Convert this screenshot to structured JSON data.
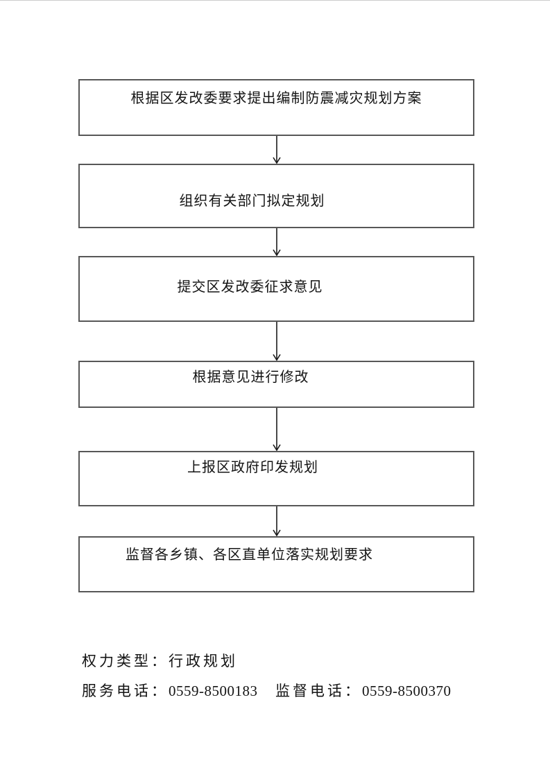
{
  "flowchart": {
    "steps": [
      {
        "label": "根据区发改委要求提出编制防震减灾规划方案"
      },
      {
        "label": "组织有关部门拟定规划"
      },
      {
        "label": "提交区发改委征求意见"
      },
      {
        "label": "根据意见进行修改"
      },
      {
        "label": "上报区政府印发规划"
      },
      {
        "label": "监督各乡镇、各区直单位落实规划要求"
      }
    ]
  },
  "footer": {
    "power_type_label": "权力类型：",
    "power_type_value": "行政规划",
    "service_phone_label": "服务电话：",
    "service_phone_value": "0559-8500183",
    "supervision_phone_label": "监督电话：",
    "supervision_phone_value": "0559-8500370"
  },
  "colors": {
    "box_border": "#575757",
    "arrow": "#1a1a1a",
    "text": "#141414",
    "background": "#ffffff"
  }
}
